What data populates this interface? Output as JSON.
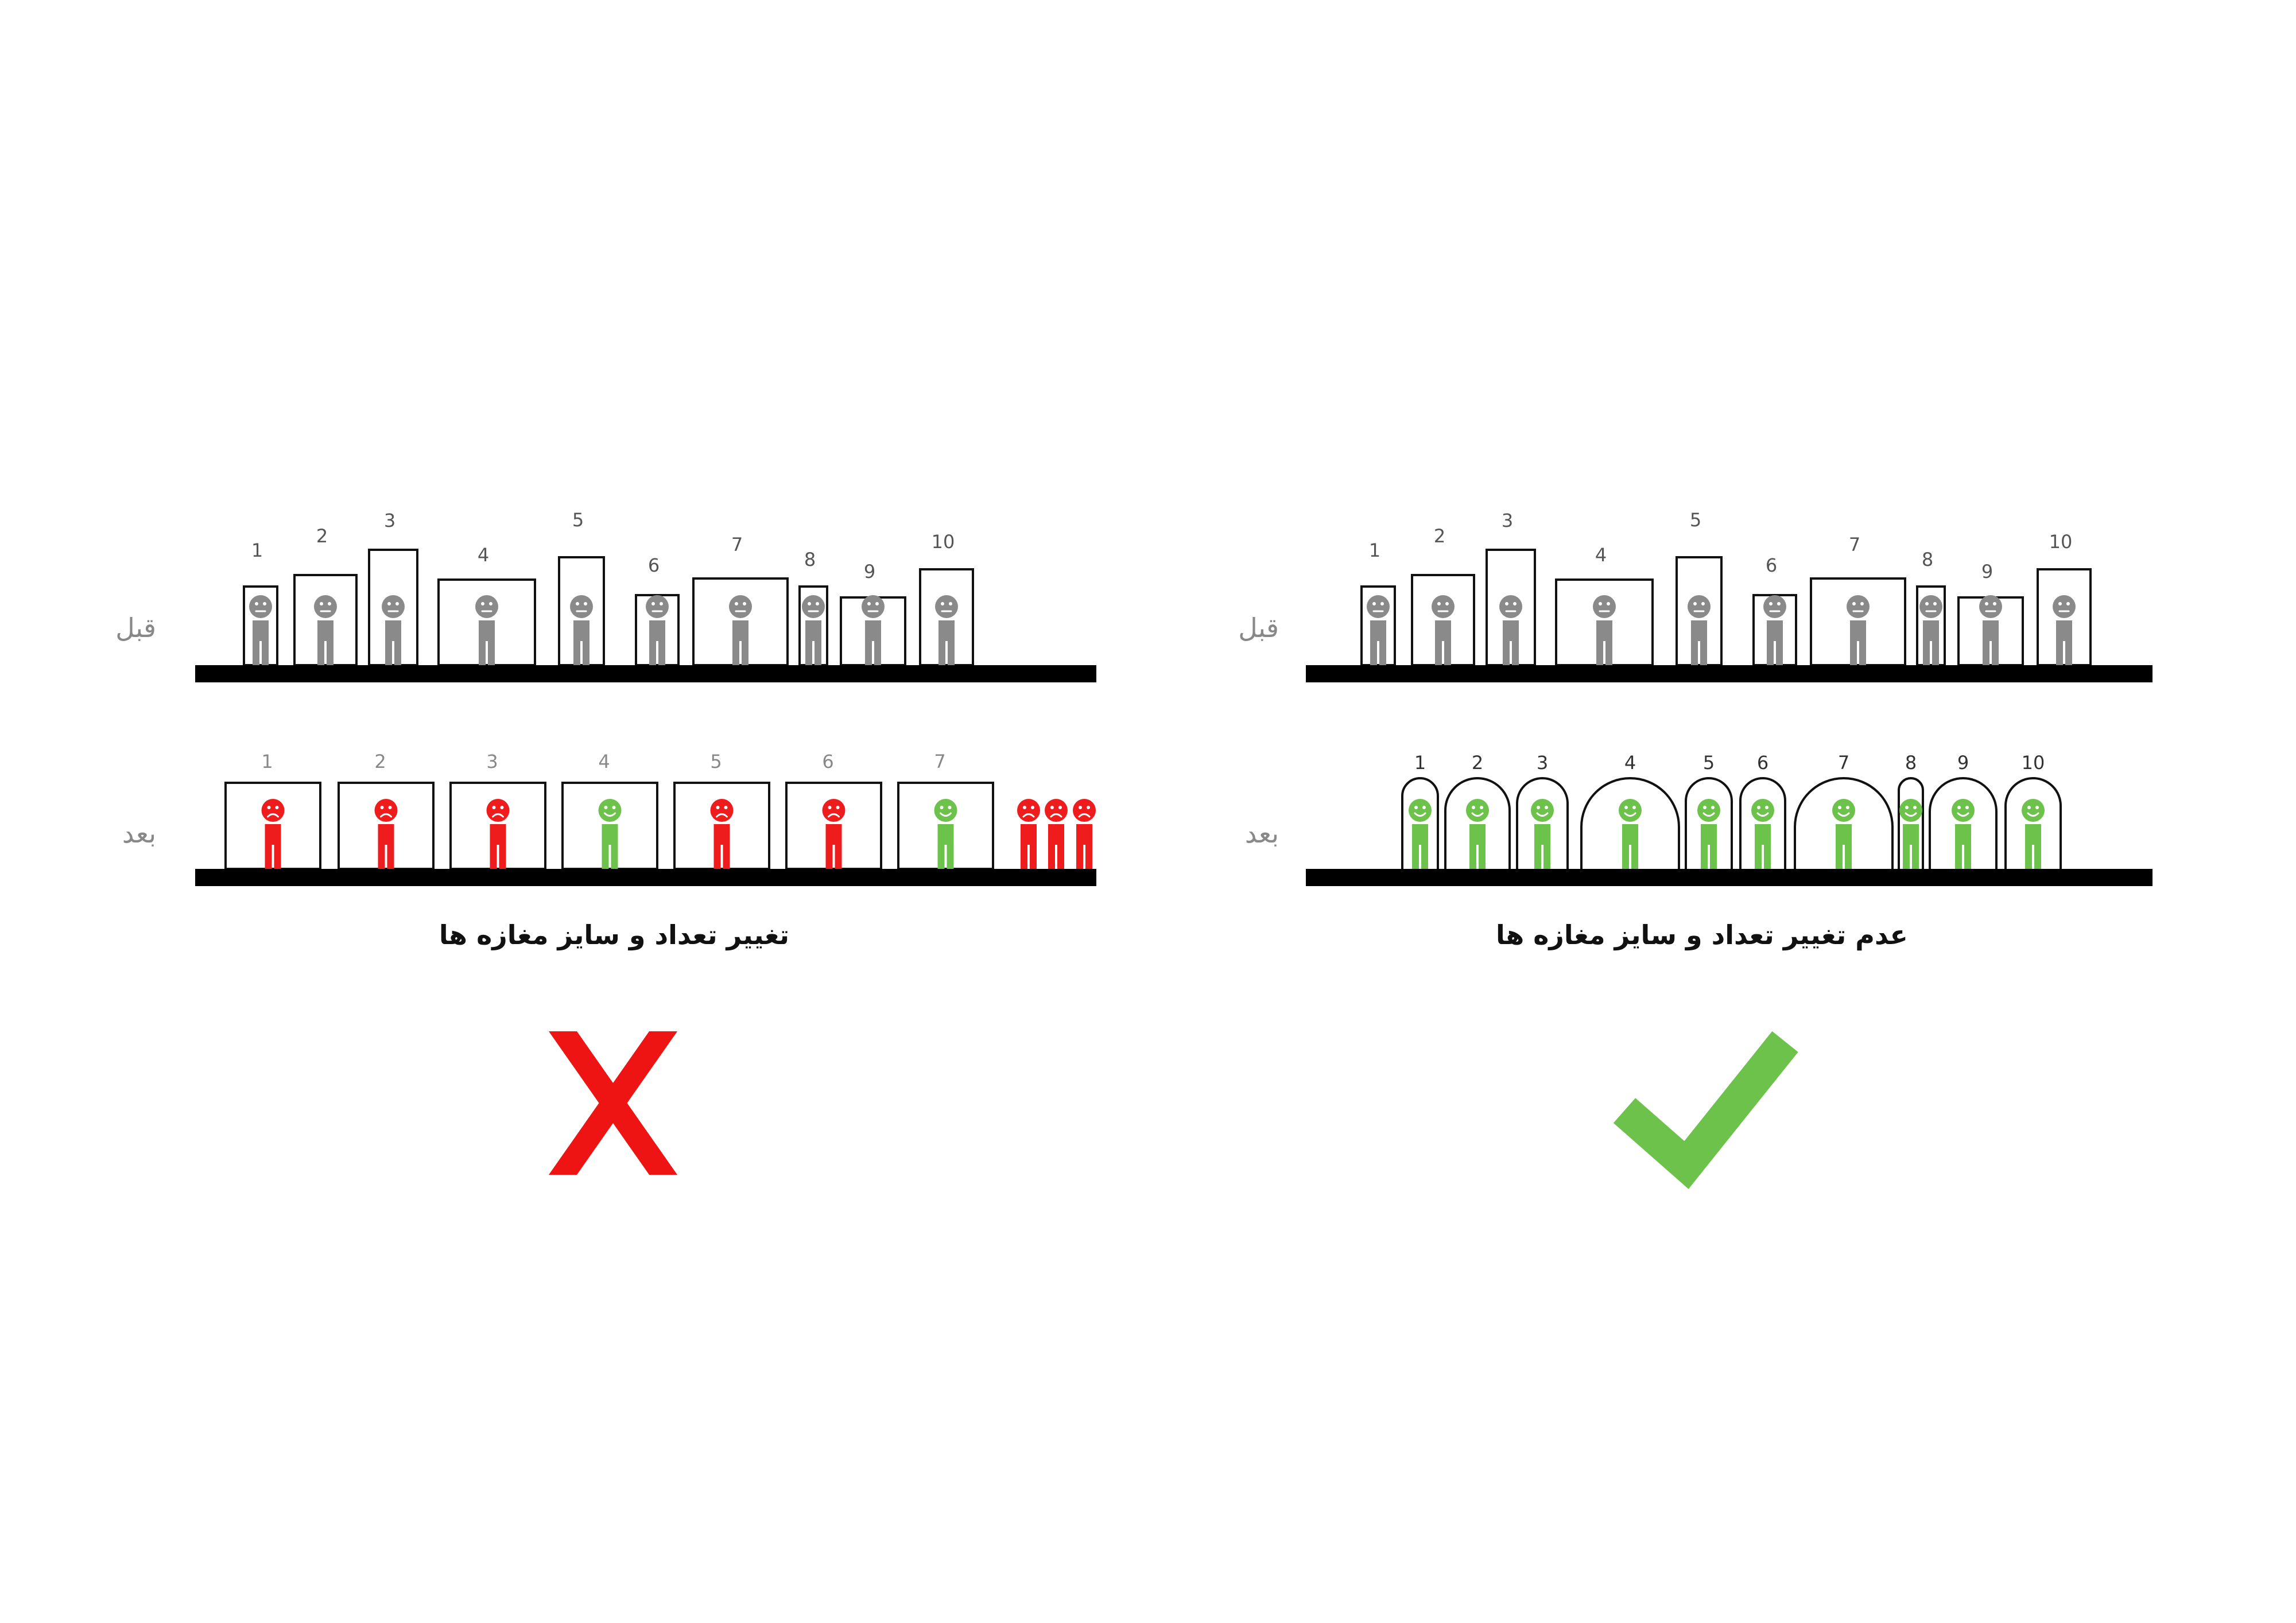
{
  "colors": {
    "neutral": "#8a8a8a",
    "happy": "#6cc24a",
    "sad": "#ee1c1c",
    "ground": "#000000",
    "label": "#888888",
    "caption": "#111111"
  },
  "left_panel": {
    "before_label": "قبل",
    "after_label": "بعد",
    "caption": "تغییر تعداد و سایز مغازه ها",
    "mark": "cross",
    "before_numbers": [
      "1",
      "2",
      "3",
      "4",
      "5",
      "6",
      "7",
      "8",
      "9",
      "10"
    ],
    "after_numbers": [
      "1",
      "2",
      "3",
      "4",
      "5",
      "6",
      "7"
    ],
    "after_moods": [
      "sad",
      "sad",
      "sad",
      "happy",
      "sad",
      "sad",
      "happy"
    ],
    "displaced_people": 3,
    "displaced_mood": "sad"
  },
  "right_panel": {
    "before_label": "قبل",
    "after_label": "بعد",
    "caption": "عدم تغییر تعداد و سایز مغازه ها",
    "mark": "check",
    "before_numbers": [
      "1",
      "2",
      "3",
      "4",
      "5",
      "6",
      "7",
      "8",
      "9",
      "10"
    ],
    "after_numbers": [
      "1",
      "2",
      "3",
      "4",
      "5",
      "6",
      "7",
      "8",
      "9",
      "10"
    ],
    "after_mood": "happy"
  }
}
